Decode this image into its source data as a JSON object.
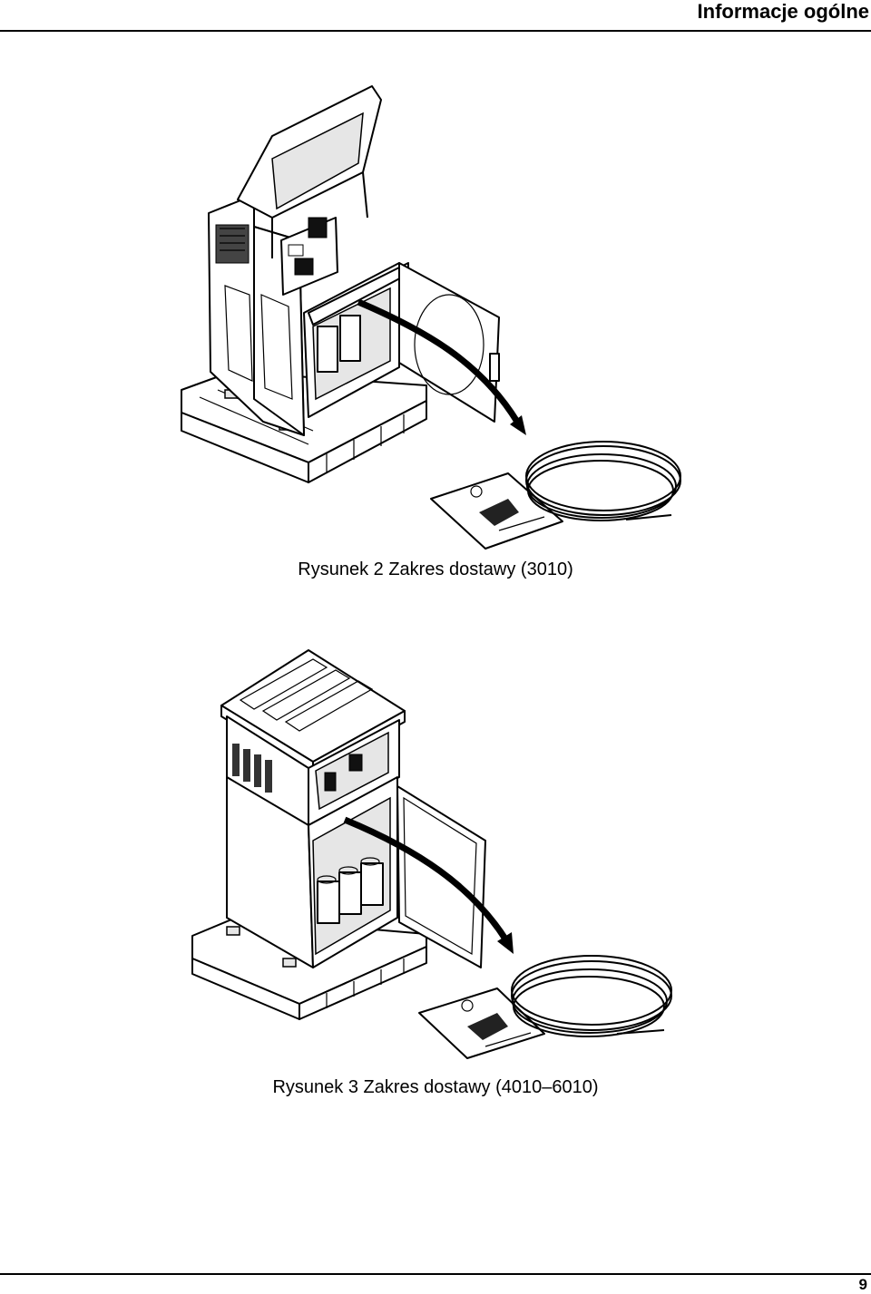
{
  "header": {
    "title": "Informacje ogólne"
  },
  "figures": [
    {
      "caption": "Rysunek 2 Zakres dostawy (3010)",
      "icons": [
        "analyzer-3010-illustration",
        "pallet-illustration",
        "manual-booklet-illustration",
        "tubing-coil-illustration",
        "arrow-illustration"
      ]
    },
    {
      "caption": "Rysunek 3 Zakres dostawy (4010–6010)",
      "icons": [
        "analyzer-4010-6010-illustration",
        "pallet-illustration",
        "manual-booklet-illustration",
        "tubing-coil-illustration",
        "arrow-illustration"
      ]
    }
  ],
  "footer": {
    "page_number": "9"
  }
}
